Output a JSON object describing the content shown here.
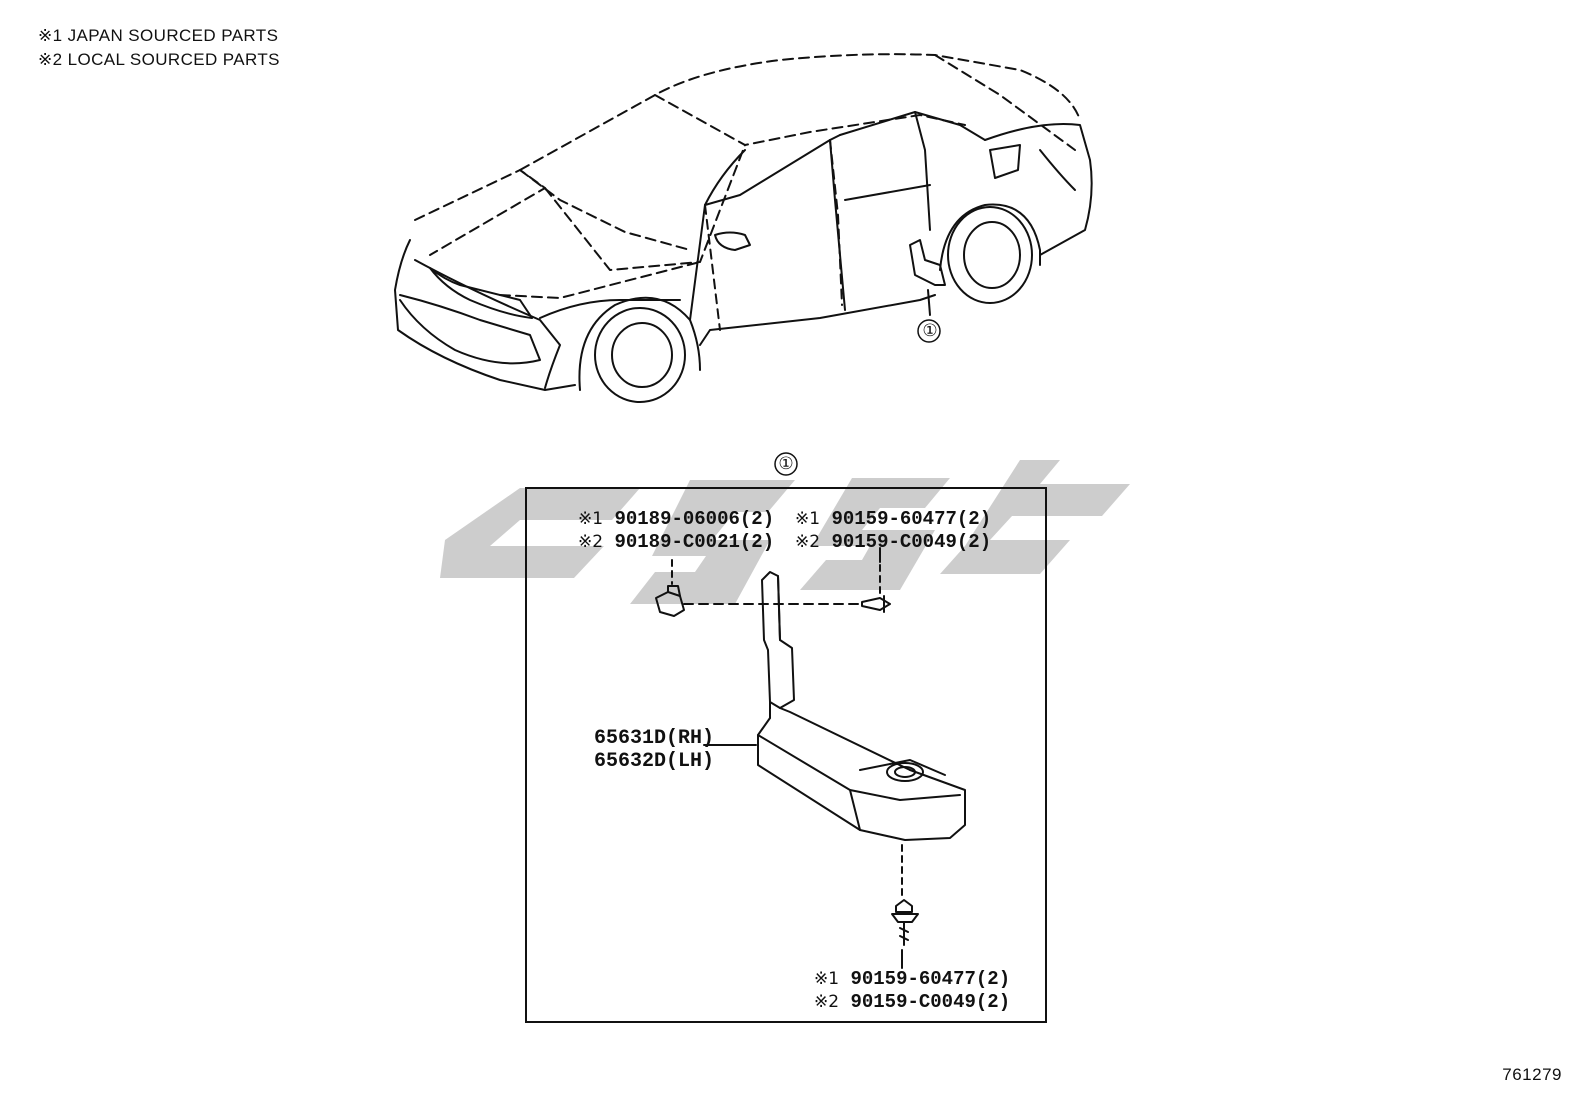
{
  "legend": [
    {
      "mark": "※1",
      "text": "JAPAN SOURCED PARTS"
    },
    {
      "mark": "※2",
      "text": "LOCAL SOURCED PARTS"
    }
  ],
  "callouts": {
    "car_ref": "①",
    "detail_ref": "①"
  },
  "detail": {
    "clip_parts": [
      {
        "mark": "※1",
        "part": "90189-06006(2)"
      },
      {
        "mark": "※2",
        "part": "90189-C0021(2)"
      }
    ],
    "upper_screw_parts": [
      {
        "mark": "※1",
        "part": "90159-60477(2)"
      },
      {
        "mark": "※2",
        "part": "90159-C0049(2)"
      }
    ],
    "bracket_parts": [
      "65631D(RH)",
      "65632D(LH)"
    ],
    "lower_screw_parts": [
      {
        "mark": "※1",
        "part": "90159-60477(2)"
      },
      {
        "mark": "※2",
        "part": "90159-C0049(2)"
      }
    ]
  },
  "diagram_id": "761279",
  "colors": {
    "line": "#111111",
    "watermark": "#c8c8c8"
  }
}
